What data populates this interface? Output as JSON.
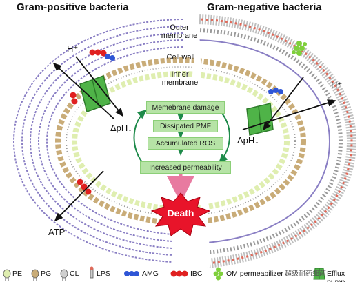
{
  "titles": {
    "gram_positive": "Gram-positive bacteria",
    "gram_negative": "Gram-negative bacteria"
  },
  "layer_labels": {
    "outer_membrane": [
      "Outer",
      "membrane"
    ],
    "cell_wall": "Cell wall",
    "inner_membrane": [
      "Inner",
      "membrane"
    ]
  },
  "ion_labels": {
    "proton_left": "H⁺",
    "proton_right": "H⁺",
    "delta_ph_left": "ΔpH↓",
    "delta_ph_right": "ΔpH↓",
    "atp": "ATP"
  },
  "mechanism_steps": [
    "Memebrane damage",
    "Dissipated PMF",
    "Accumulated ROS",
    "Increased permeability"
  ],
  "outcome": "Death",
  "legend": [
    {
      "label": "PE",
      "icon": "pe-lipid-icon",
      "color": "#dfeeb0"
    },
    {
      "label": "PG",
      "icon": "pg-lipid-icon",
      "color": "#c9ac78"
    },
    {
      "label": "CL",
      "icon": "cl-lipid-icon",
      "color": "#cfcfcf"
    },
    {
      "label": "LPS",
      "icon": "lps-icon",
      "color": "#cfcfcf"
    },
    {
      "label": "AMG",
      "icon": "amg-molecule-icon",
      "color": "#2e55d6"
    },
    {
      "label": "IBC",
      "icon": "ibc-molecule-icon",
      "color": "#e02020"
    },
    {
      "label": "OM permeabilizer",
      "icon": "om-permeabilizer-icon",
      "color": "#7fcf3c"
    },
    {
      "label": "Efflux pump",
      "icon": "efflux-pump-icon",
      "color": "#4fb348"
    }
  ],
  "watermark": "超级耐药细菌",
  "colors": {
    "flow_box": "#b6e3a6",
    "cycle_arrow": "#1e8a4a",
    "death_burst": "#e8142a",
    "pump": "#4fb348",
    "peptidoglycan_wave": "#8a7fc4"
  }
}
